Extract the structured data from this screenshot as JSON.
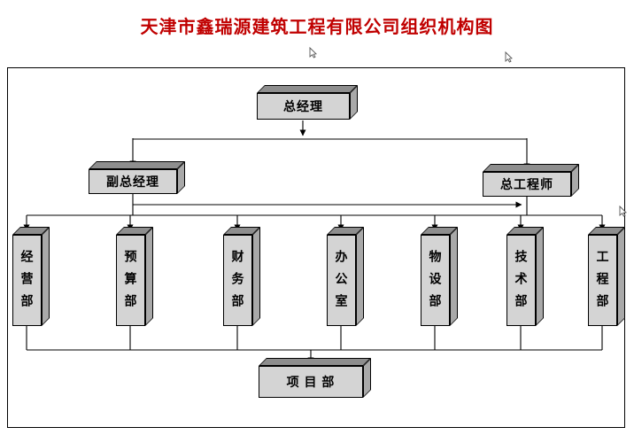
{
  "title": "天津市鑫瑞源建筑工程有限公司组织机构图",
  "colors": {
    "title_text": "#c00000",
    "box_front": "#d4d4d4",
    "box_top": "#8e8e8e",
    "box_side": "#a9a9a9",
    "line": "#000000",
    "background": "#ffffff"
  },
  "nodes": {
    "general_manager": "总经理",
    "deputy_general_manager": "副总经理",
    "chief_engineer": "总工程师",
    "project_department": "项 目 部"
  },
  "departments": [
    {
      "label": "经营部"
    },
    {
      "label": "预算部"
    },
    {
      "label": "财务部"
    },
    {
      "label": "办公室"
    },
    {
      "label": "物设部"
    },
    {
      "label": "技术部"
    },
    {
      "label": "工程部"
    }
  ]
}
